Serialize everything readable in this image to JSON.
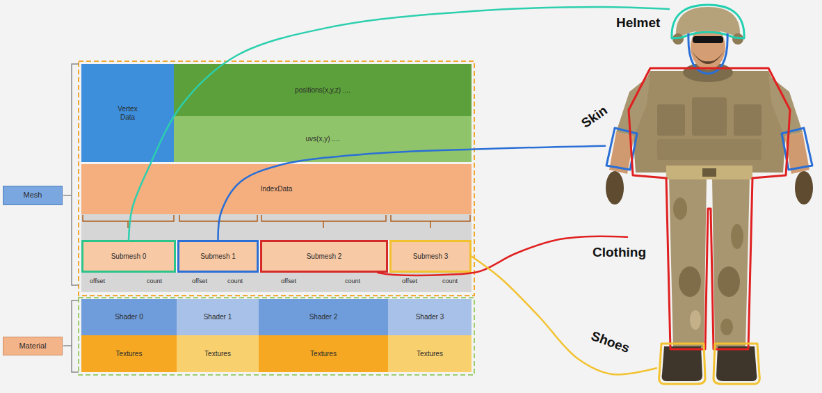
{
  "diagram": {
    "nodes": [
      {
        "text": [
          "Mesh"
        ]
      },
      {
        "text": [
          "Vertex Data"
        ]
      },
      {
        "text": [
          "positions(x,y,z) ...."
        ]
      },
      {
        "text": [
          "uvs(x,y) ...."
        ]
      },
      {
        "text": [
          "IndexData"
        ]
      },
      {
        "text": [
          "Submesh 0"
        ]
      },
      {
        "text": [
          "Submesh 1"
        ]
      },
      {
        "text": [
          "Submesh 2"
        ]
      },
      {
        "text": [
          "Submesh 3"
        ]
      },
      {
        "text": [
          "Material"
        ]
      },
      {
        "text": [
          "Shader 0"
        ]
      },
      {
        "text": [
          "Shader 1"
        ]
      },
      {
        "text": [
          "Shader 2"
        ]
      },
      {
        "text": [
          "Shader 3"
        ]
      },
      {
        "text": [
          "Textures"
        ]
      },
      {
        "text": [
          "Textures"
        ]
      },
      {
        "text": [
          "Textures"
        ]
      },
      {
        "text": [
          "Textures"
        ]
      },
      {
        "text": [
          "Helmet"
        ]
      },
      {
        "text": [
          "Skin"
        ]
      },
      {
        "text": [
          "Clothing"
        ]
      },
      {
        "text": [
          "Shoes"
        ]
      }
    ],
    "edges": [
      {
        "from": 5,
        "to": 18,
        "arrow": "none"
      },
      {
        "from": 6,
        "to": 19,
        "arrow": "none"
      },
      {
        "from": 7,
        "to": 20,
        "arrow": "none"
      },
      {
        "from": 8,
        "to": 21,
        "arrow": "none"
      }
    ],
    "labels": [
      "offset",
      "count",
      "offset",
      "count",
      "offset",
      "count",
      "offset",
      "count"
    ]
  }
}
